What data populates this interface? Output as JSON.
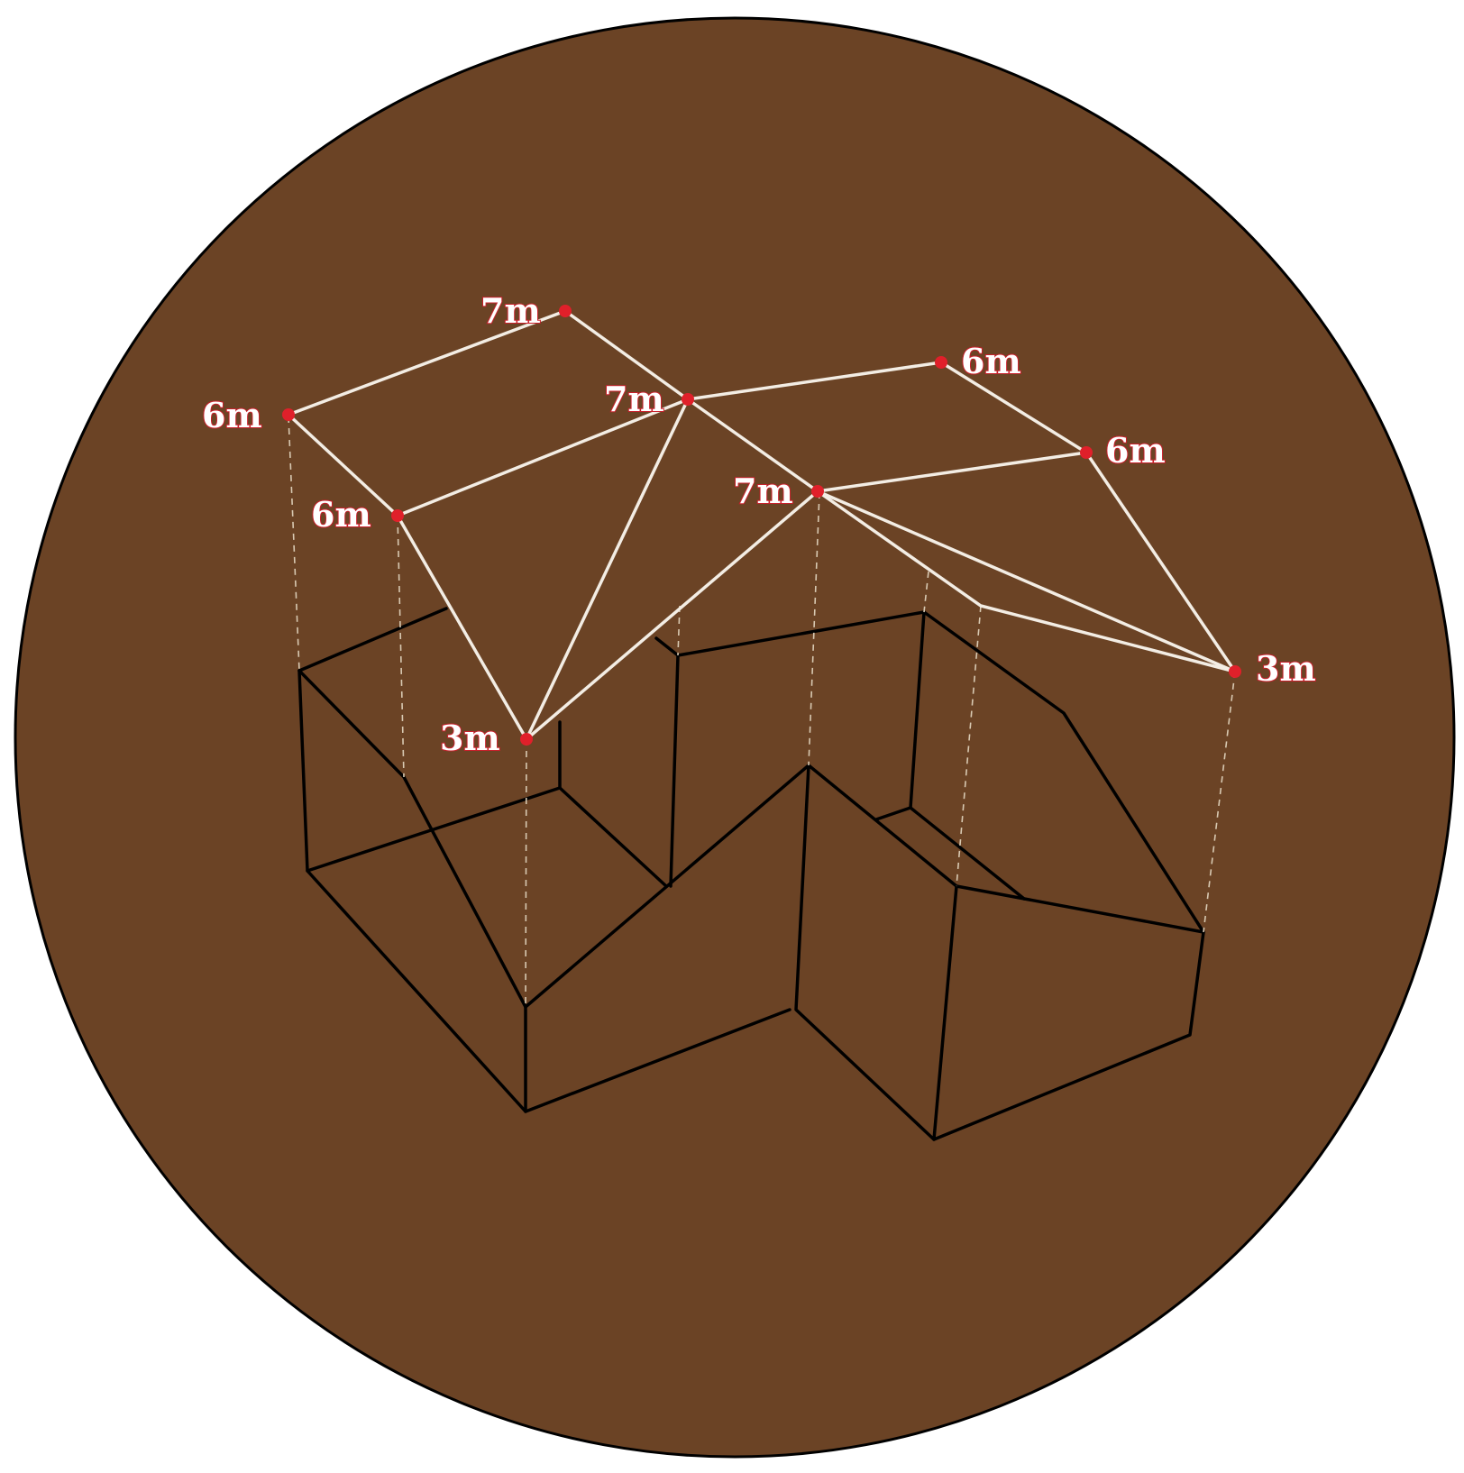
{
  "diagram": {
    "background_color": "#6b4325",
    "outline_color": "#000000",
    "roof_color": "#f3ede4",
    "point_color": "#e0202a",
    "label_fill_color": "#ffffff",
    "label_outline_color": "#c8202b",
    "points": [
      {
        "id": "p_left_top",
        "label": "6m"
      },
      {
        "id": "p_top_center",
        "label": "7m"
      },
      {
        "id": "p_center",
        "label": "7m"
      },
      {
        "id": "p_left_mid",
        "label": "6m"
      },
      {
        "id": "p_right_top",
        "label": "6m"
      },
      {
        "id": "p_right_mid",
        "label": "6m"
      },
      {
        "id": "p_center_right",
        "label": "7m"
      },
      {
        "id": "p_bottom_left",
        "label": "3m"
      },
      {
        "id": "p_bottom_right",
        "label": "3m"
      }
    ]
  }
}
